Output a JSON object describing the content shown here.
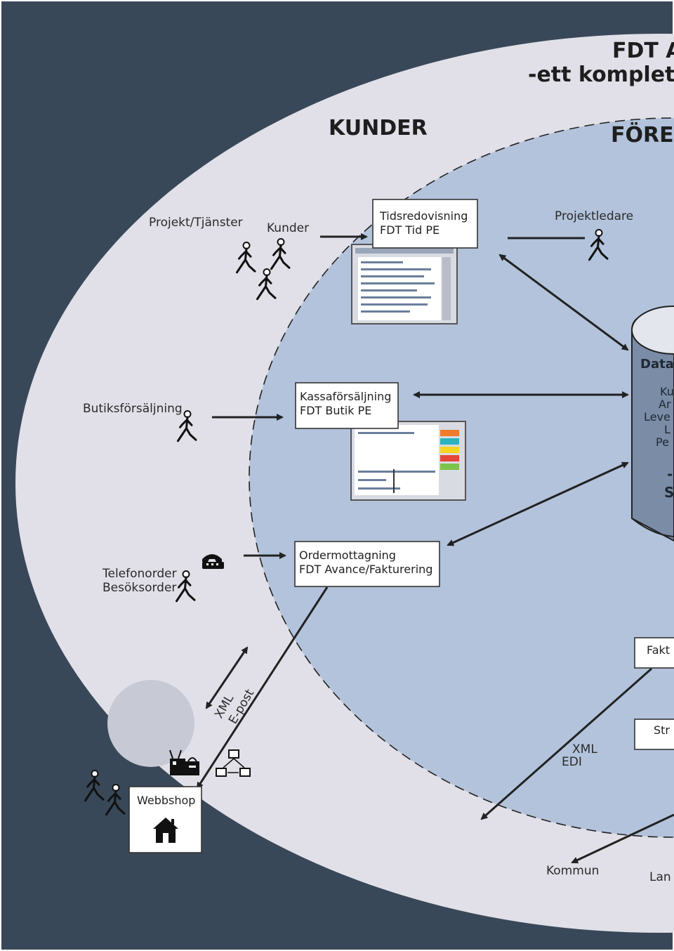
{
  "header": {
    "title_line1": "FDT A",
    "title_line2": "-ett komplett"
  },
  "zones": {
    "outer": "KUNDER",
    "inner": "FÖRE"
  },
  "rows": {
    "projekt": {
      "category": "Projekt/Tjänster",
      "actor": "Kunder",
      "box_line1": "Tidsredovisning",
      "box_line2": "FDT Tid PE",
      "role": "Projektledare"
    },
    "butik": {
      "category": "Butiksförsäljning",
      "box_line1": "Kassaförsäljning",
      "box_line2": "FDT Butik PE"
    },
    "order": {
      "category_line1": "Telefonorder",
      "category_line2": "Besöksorder",
      "box_line1": "Ordermottagning",
      "box_line2": "FDT Avance/Fakturering"
    }
  },
  "database": {
    "title": "Data",
    "items": [
      "Ku",
      "Ar",
      "Leve",
      "L",
      "Pe"
    ],
    "footer_line1": "-",
    "footer_line2": "S"
  },
  "right_boxes": {
    "fakt": "Fakt",
    "str": "Str"
  },
  "channels": {
    "xml_epost_line1": "XML",
    "xml_epost_line2": "E-post",
    "xml_edi_line1": "XML",
    "xml_edi_line2": "EDI"
  },
  "webbshop": {
    "label": "Webbshop"
  },
  "bottom": {
    "kommun": "Kommun",
    "lan": "Lan"
  },
  "icons": {
    "telephone": "telephone-icon",
    "house": "house-icon",
    "shopping": "shopping-icon",
    "network": "network-icon",
    "person": "person-icon"
  },
  "colors": {
    "background_dark": "#394858",
    "outer_ellipse": "#e1e0e8",
    "inner_ellipse": "#b3c3dc",
    "database": "#7a8ca6",
    "database_top": "#e4e6ed"
  }
}
